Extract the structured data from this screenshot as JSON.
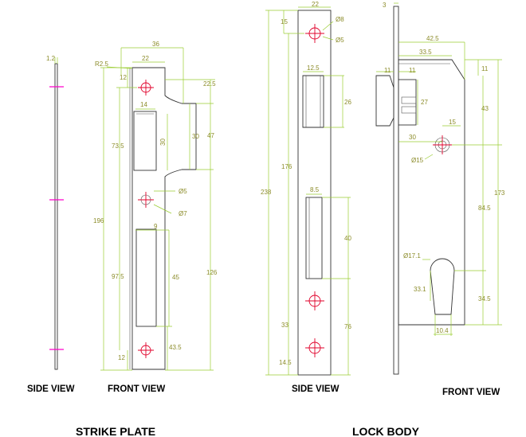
{
  "strike_plate": {
    "title": "STRIKE PLATE",
    "side_view_label": "SIDE VIEW",
    "front_view_label": "FRONT VIEW",
    "dims": {
      "thickness": "1.2",
      "width": "36",
      "plate_width": "22",
      "radius": "R2.5",
      "top_offset": "12",
      "upper_offset": "22.5",
      "slot_width": "14",
      "slot_height": "30",
      "recess_depth": "30",
      "recess_height": "47",
      "upper_center": "73.5",
      "hole_small": "Ø5",
      "hole_large": "Ø7",
      "total_height": "196",
      "lower_slot_width": "9",
      "lower_center": "97.5",
      "lower_slot_height": "45",
      "lower_span": "126",
      "bottom_offset_a": "43.5",
      "bottom_offset_b": "12"
    }
  },
  "lock_body": {
    "title": "LOCK BODY",
    "side_view_label": "SIDE VIEW",
    "front_view_label": "FRONT VIEW",
    "dims": {
      "faceplate_width": "22",
      "hole_large": "Ø8",
      "hole_small": "Ø5",
      "top_offset": "15",
      "latch_width": "12.5",
      "latch_height": "26",
      "upper_span": "176",
      "total_height": "238",
      "bolt_width": "8.5",
      "bolt_height": "40",
      "lower_offset": "33",
      "lower_span": "76",
      "bottom_offset": "14.5",
      "faceplate_thickness": "3",
      "case_depth": "42.5",
      "backset": "33.5",
      "latch_proj_a": "11",
      "latch_proj_b": "11",
      "top_gap": "11",
      "spindle_offset": "43",
      "latch_block": "27",
      "spindle_dim": "15",
      "spindle_backset": "30",
      "spindle_dia": "Ø15",
      "body_height": "173",
      "center_distance": "84.5",
      "cylinder_dia": "Ø17.1",
      "cylinder_height": "33.1",
      "cylinder_bottom": "34.5",
      "cylinder_width": "10.4"
    }
  }
}
